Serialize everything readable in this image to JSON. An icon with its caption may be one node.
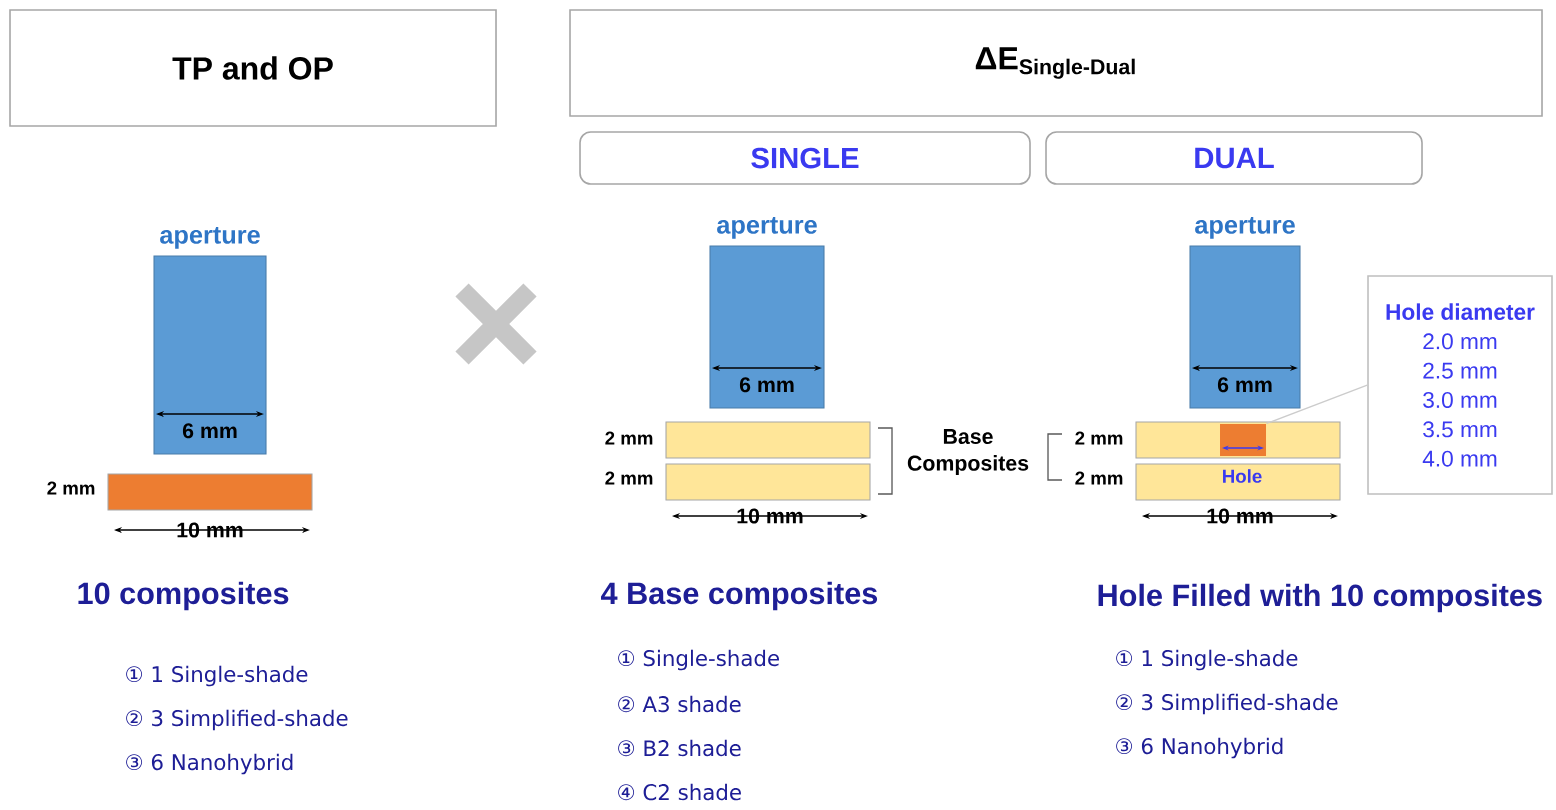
{
  "diagram": {
    "nodes": [
      {
        "text": [
          "TP and OP"
        ]
      },
      {
        "text": [
          "\\text{\\bfseries ΔE}_{\\text{\\bfseries Single-Dual}}"
        ]
      },
      {
        "text": [
          "SINGLE"
        ]
      },
      {
        "text": [
          "DUAL"
        ]
      },
      {
        "text": [
          "aperture",
          "6 mm"
        ]
      },
      {
        "text": [],
        "shape": "bar",
        "beside": [
          "2 mm",
          "10 mm"
        ]
      },
      {
        "text": [
          "aperture",
          "6 mm"
        ]
      },
      {
        "text": [],
        "shape": "bar",
        "beside": [
          "2 mm"
        ]
      },
      {
        "text": [],
        "shape": "bar",
        "beside": [
          "2 mm",
          "10 mm"
        ]
      },
      {
        "text": [
          "aperture",
          "6 mm"
        ]
      },
      {
        "text": [],
        "shape": "bar",
        "beside": [
          "2 mm"
        ]
      },
      {
        "text": [],
        "shape": "bar",
        "beside": [
          "2 mm",
          "10 mm"
        ]
      },
      {
        "text": [],
        "shape": "box",
        "in": 10
      },
      {
        "text": [
          "Hole diameter",
          "2.0 mm",
          "2.5 mm",
          "3.0 mm",
          "3.5 mm",
          "4.0 mm"
        ]
      }
    ],
    "edges": [
      {
        "from": 13,
        "to": 12,
        "arrow": "none"
      }
    ],
    "labels": [
      "Base Composites",
      "Hole",
      "10 composites",
      "① 1 Single-shade",
      "② 3 Simplified-shade",
      "③ 6 Nanohybrid",
      "4 Base composites",
      "① Single-shade",
      "② A3 shade",
      "③ B2 shade",
      "④ C2 shade",
      "Hole Filled with 10 composites",
      "① 1 Single-shade",
      "② 3 Simplified-shade",
      "③ 6 Nanohybrid"
    ]
  }
}
